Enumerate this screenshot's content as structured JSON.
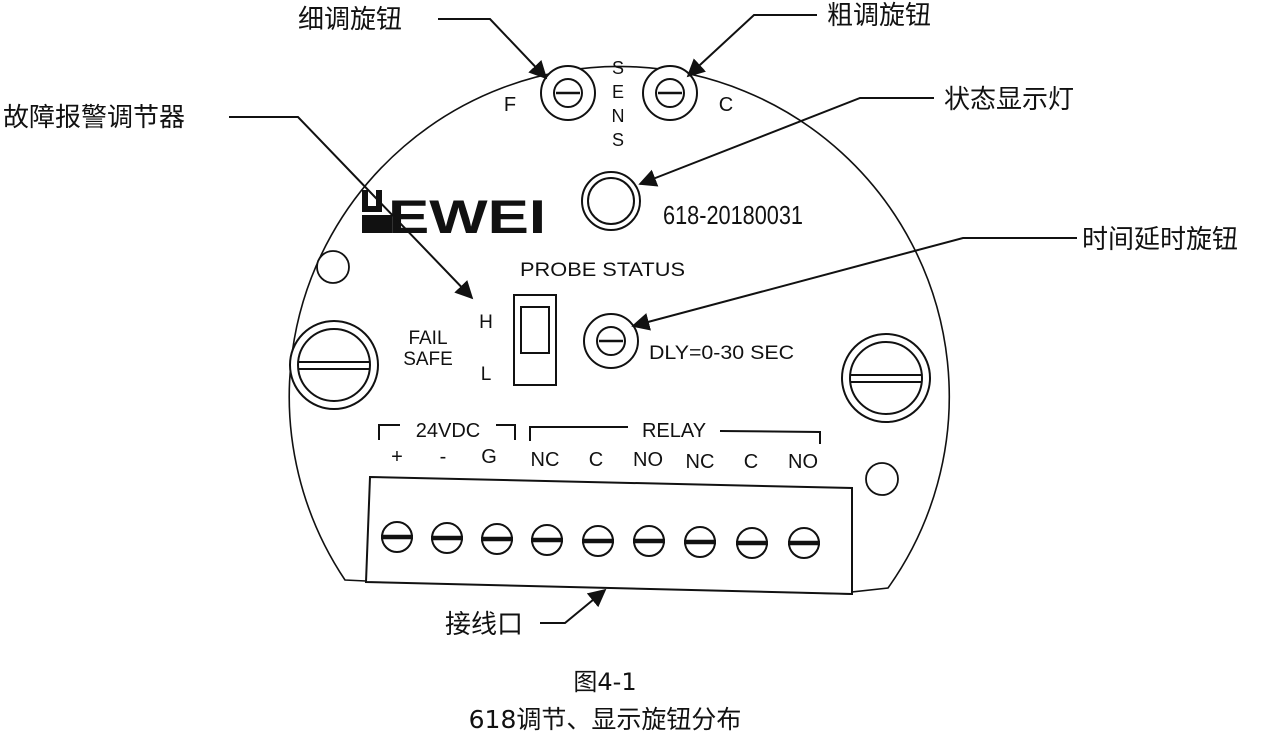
{
  "callouts": {
    "fine_knob": "细调旋钮",
    "coarse_knob": "粗调旋钮",
    "fault_alarm": "故障报警调节器",
    "status_light": "状态显示灯",
    "delay_knob": "时间延时旋钮",
    "terminal": "接线口"
  },
  "board": {
    "sens_letters": [
      "S",
      "E",
      "N",
      "S"
    ],
    "fine_label": "F",
    "coarse_label": "C",
    "logo_text": "EWEI",
    "serial": "618-20180031",
    "probe_status": "PROBE STATUS",
    "fail": "FAIL",
    "safe": "SAFE",
    "switch_high": "H",
    "switch_low": "L",
    "delay_label": "DLY=0-30 SEC",
    "power_group": "24VDC",
    "relay_group": "RELAY",
    "terminal_labels": [
      "+",
      "-",
      "G",
      "NC",
      "C",
      "NO",
      "NC",
      "C",
      "NO"
    ]
  },
  "caption": {
    "figure": "图4-1",
    "title": "618调节、显示旋钮分布"
  },
  "colors": {
    "ink": "#111111",
    "paper": "#ffffff"
  }
}
